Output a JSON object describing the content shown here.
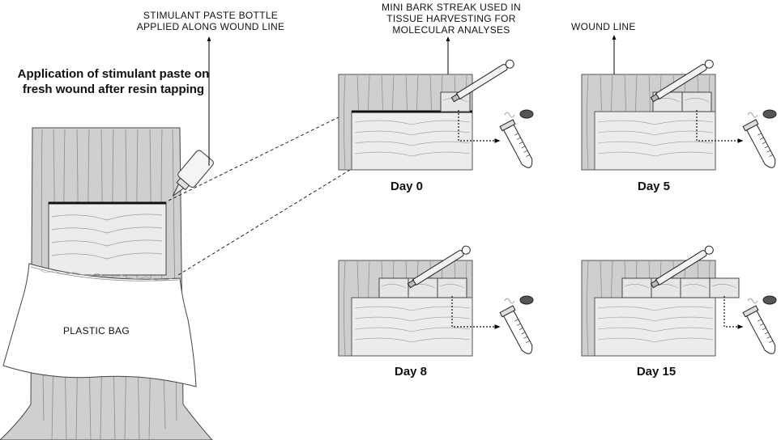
{
  "title": "Application of stimulant paste on fresh wound after resin tapping",
  "callouts": {
    "bottle": "STIMULANT PASTE BOTTLE APPLIED ALONG WOUND LINE",
    "streak": "MINI BARK STREAK USED IN TISSUE HARVESTING FOR MOLECULAR ANALYSES",
    "wound": "WOUND LINE"
  },
  "bag_label": "PLASTIC BAG",
  "panels": [
    {
      "day": "Day 0",
      "streaks": 1
    },
    {
      "day": "Day 5",
      "streaks": 2
    },
    {
      "day": "Day 8",
      "streaks": 3
    },
    {
      "day": "Day 15",
      "streaks": 4
    }
  ]
}
